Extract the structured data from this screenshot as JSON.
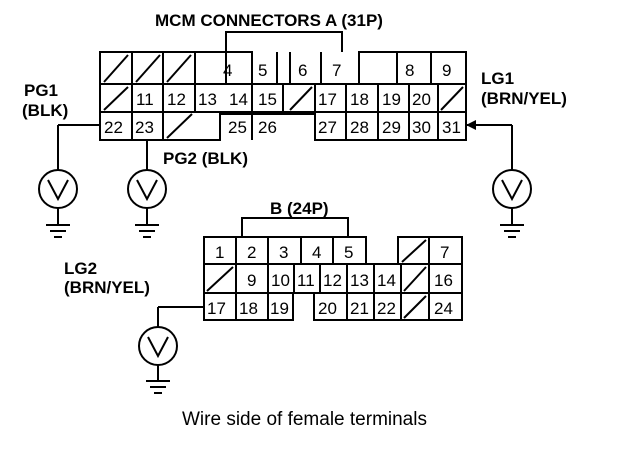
{
  "title": "MCM CONNECTORS A (31P)",
  "connector_b_title": "B (24P)",
  "caption": "Wire side of female terminals",
  "labels": {
    "pg1_name": "PG1",
    "pg1_color": "(BLK)",
    "pg2": "PG2 (BLK)",
    "lg1_name": "LG1",
    "lg1_color": "(BRN/YEL)",
    "lg2_name": "LG2",
    "lg2_color": "(BRN/YEL)"
  },
  "connector_a": {
    "row1": [
      "",
      "",
      "",
      "4",
      "5",
      "6",
      "7",
      "",
      "8",
      "9"
    ],
    "row2": [
      "",
      "11",
      "12",
      "13",
      "14",
      "15",
      "",
      "17",
      "18",
      "19",
      "20",
      ""
    ],
    "row3": [
      "22",
      "23",
      "",
      "25",
      "26",
      "27",
      "28",
      "29",
      "30",
      "31"
    ]
  },
  "connector_b": {
    "row1": [
      "1",
      "2",
      "3",
      "4",
      "5",
      "",
      "7"
    ],
    "row2": [
      "",
      "9",
      "10",
      "11",
      "12",
      "13",
      "14",
      "",
      "16"
    ],
    "row3": [
      "17",
      "18",
      "19",
      "20",
      "21",
      "22",
      "",
      "24"
    ]
  }
}
